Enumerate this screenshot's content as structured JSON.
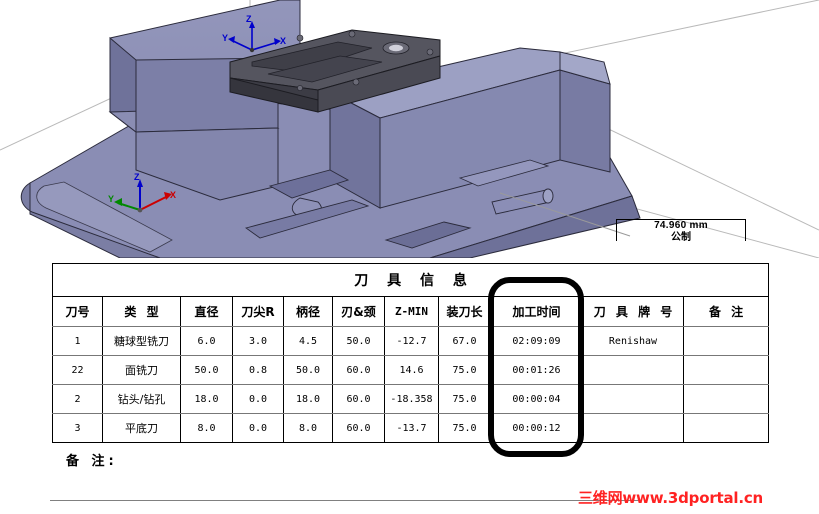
{
  "viewport": {
    "name": "cad-3d-view",
    "model_description": "machine-vise-with-part",
    "part_color": "#7e81a8",
    "body_color": "#8286ae",
    "machined_part_color": "#4a4a52",
    "triad_main": {
      "x": "X",
      "y": "Y",
      "z": "Z",
      "x_color": "#cc0000",
      "y_color": "#007700",
      "z_color": "#0000cc"
    },
    "triad_part": {
      "x": "X",
      "y": "Y",
      "z": "Z",
      "color": "#0000cc"
    },
    "dimension": {
      "value": "74.960 mm",
      "unit_label": "公制"
    }
  },
  "table": {
    "title": "刀 具 信 息",
    "headers": [
      "刀号",
      "类 型",
      "直径",
      "刀尖R",
      "柄径",
      "刃&颈",
      "Z-MIN",
      "装刀长",
      "加工时间",
      "刀 具 牌 号",
      "备 注"
    ],
    "rows": [
      {
        "tool_no": "1",
        "type": "糖球型铣刀",
        "diameter": "6.0",
        "tip_r": "3.0",
        "shank_d": "4.5",
        "flute_neck": "50.0",
        "z_min": "-12.7",
        "holder_len": "67.0",
        "machine_time": "02:09:09",
        "brand": "Renishaw",
        "remark": ""
      },
      {
        "tool_no": "22",
        "type": "面铣刀",
        "diameter": "50.0",
        "tip_r": "0.8",
        "shank_d": "50.0",
        "flute_neck": "60.0",
        "z_min": "14.6",
        "holder_len": "75.0",
        "machine_time": "00:01:26",
        "brand": "",
        "remark": ""
      },
      {
        "tool_no": "2",
        "type": "钻头/钻孔",
        "diameter": "18.0",
        "tip_r": "0.0",
        "shank_d": "18.0",
        "flute_neck": "60.0",
        "z_min": "-18.358",
        "holder_len": "75.0",
        "machine_time": "00:00:04",
        "brand": "",
        "remark": ""
      },
      {
        "tool_no": "3",
        "type": "平底刀",
        "diameter": "8.0",
        "tip_r": "0.0",
        "shank_d": "8.0",
        "flute_neck": "60.0",
        "z_min": "-13.7",
        "holder_len": "75.0",
        "machine_time": "00:00:12",
        "brand": "",
        "remark": ""
      }
    ]
  },
  "annotation": {
    "name": "machine-time-column-highlight",
    "shape": "rounded-rectangle",
    "color": "#000000"
  },
  "footer": {
    "remark_label": "备 注:",
    "watermark": "三维网www.3dportal.cn",
    "watermark_color": "#ff2222"
  }
}
